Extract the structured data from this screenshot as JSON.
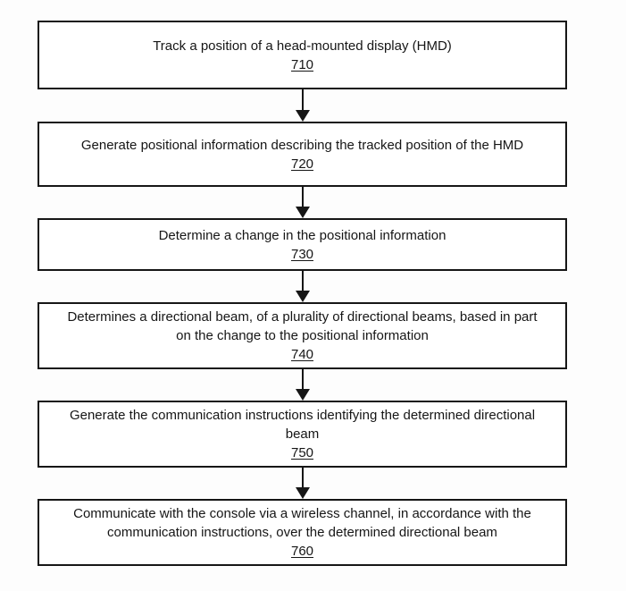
{
  "flow": {
    "boxes": [
      {
        "lines": [
          "Track a position of a head-mounted display (HMD)"
        ],
        "ref": "710"
      },
      {
        "lines": [
          "Generate positional information describing the tracked position of the HMD"
        ],
        "ref": "720"
      },
      {
        "lines": [
          "Determine a change in the positional information"
        ],
        "ref": "730"
      },
      {
        "lines": [
          "Determines a directional beam, of a plurality of directional beams, based in part",
          "on the change to the positional information"
        ],
        "ref": "740"
      },
      {
        "lines": [
          "Generate the communication instructions identifying the determined directional",
          "beam"
        ],
        "ref": "750"
      },
      {
        "lines": [
          "Communicate with the console via a wireless channel, in accordance with the",
          "communication instructions, over the determined directional beam"
        ],
        "ref": "760"
      }
    ]
  },
  "colors": {
    "border": "#161616",
    "text": "#161616",
    "background": "#fdfdfd"
  }
}
